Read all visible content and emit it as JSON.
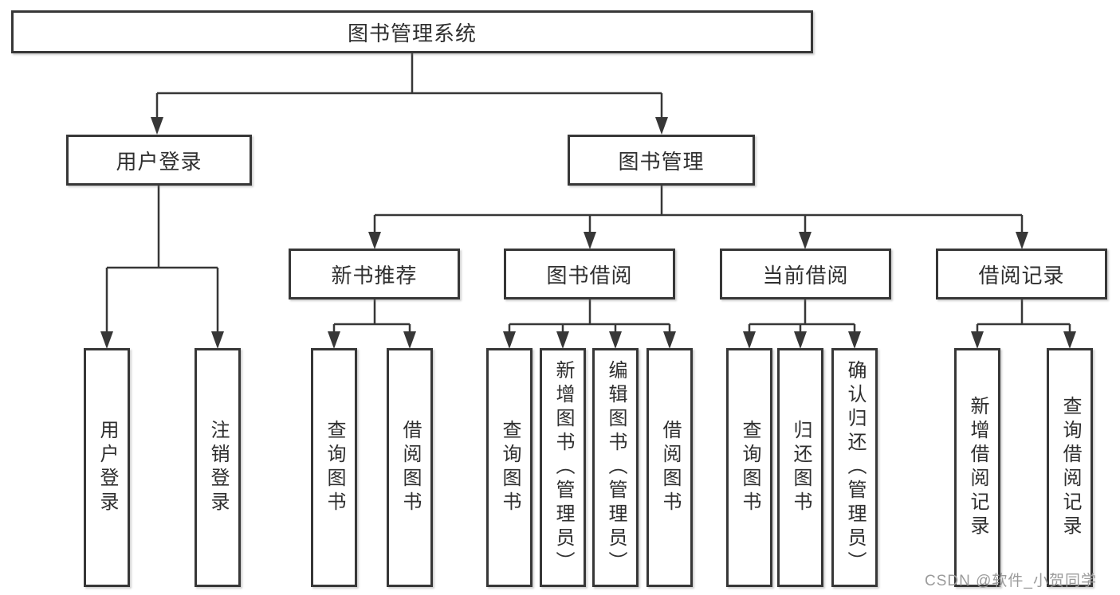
{
  "colors": {
    "line": "#373737",
    "box_border": "#373737",
    "box_background": "#ffffff",
    "text": "#2f2f2f",
    "watermark_text": "#9b9b9b"
  },
  "tree": {
    "root": "图书管理系统",
    "branches": [
      {
        "label": "用户登录",
        "leaves": [
          "用户登录",
          "注销登录"
        ]
      },
      {
        "label": "图书管理",
        "groups": [
          {
            "label": "新书推荐",
            "leaves": [
              "查询图书",
              "借阅图书"
            ]
          },
          {
            "label": "图书借阅",
            "leaves": [
              "查询图书",
              "新增图书（管理员）",
              "编辑图书（管理员）",
              "借阅图书"
            ]
          },
          {
            "label": "当前借阅",
            "leaves": [
              "查询图书",
              "归还图书",
              "确认归还（管理员）"
            ]
          },
          {
            "label": "借阅记录",
            "leaves": [
              "新增借阅记录",
              "查询借阅记录"
            ]
          }
        ]
      }
    ]
  },
  "watermark": "CSDN @软件_小贺同学"
}
